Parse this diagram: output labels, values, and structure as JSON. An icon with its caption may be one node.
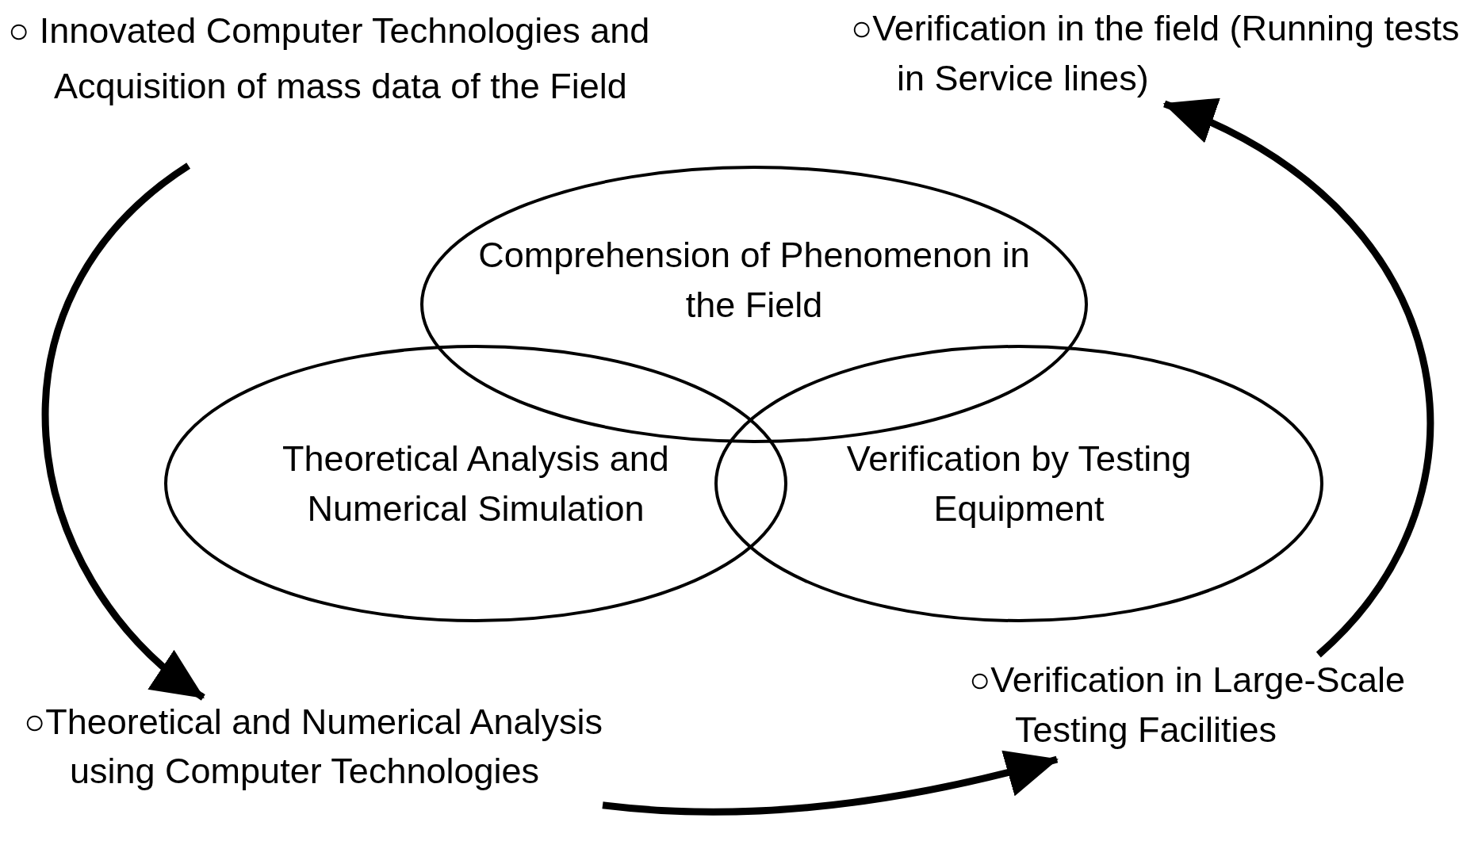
{
  "diagram": {
    "nodes": [
      {
        "text": [
          "○ Innovated Computer Technologies and Acquisition of mass data of the Field"
        ]
      },
      {
        "text": [
          "○Verification in the field (Running tests in Service lines)"
        ]
      },
      {
        "text": [
          "Comprehension of Phenomenon in the Field"
        ]
      },
      {
        "text": [
          "Theoretical Analysis and Numerical Simulation"
        ]
      },
      {
        "text": [
          "Verification by Testing Equipment"
        ]
      },
      {
        "text": [
          "○Theoretical and Numerical Analysis using Computer Technologies"
        ]
      },
      {
        "text": [
          "○Verification in Large-Scale Testing Facilities"
        ]
      }
    ],
    "edges": [
      {
        "from": 0,
        "to": 5,
        "arrow": "to"
      },
      {
        "from": 5,
        "to": 6,
        "arrow": "to"
      },
      {
        "from": 6,
        "to": 1,
        "arrow": "to"
      }
    ]
  }
}
